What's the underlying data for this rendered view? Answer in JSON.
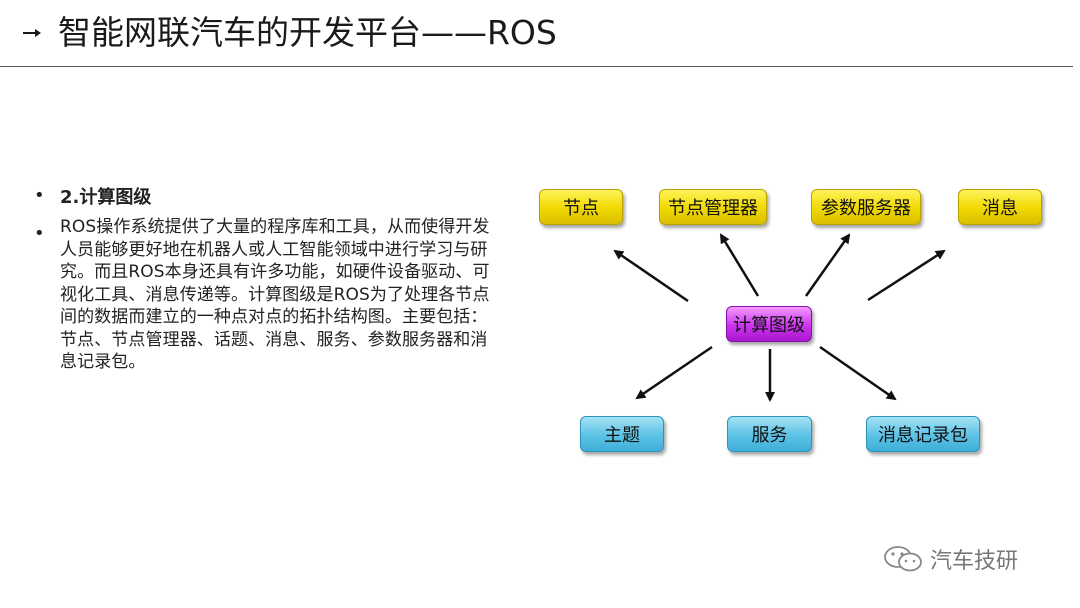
{
  "header": {
    "title": "智能网联汽车的开发平台——ROS"
  },
  "content": {
    "bullet_symbol": "•",
    "heading": "2.计算图级",
    "paragraph": "ROS操作系统提供了大量的程序库和工具，从而使得开发人员能够更好地在机器人或人工智能领域中进行学习与研究。而且ROS本身还具有许多功能，如硬件设备驱动、可视化工具、消息传递等。计算图级是ROS为了处理各节点间的数据而建立的一种点对点的拓扑结构图。主要包括：节点、节点管理器、话题、消息、服务、参数服务器和消息记录包。"
  },
  "diagram": {
    "center": "计算图级",
    "top_nodes": [
      "节点",
      "节点管理器",
      "参数服务器",
      "消息"
    ],
    "bottom_nodes": [
      "主题",
      "服务",
      "消息记录包"
    ],
    "colors": {
      "top": "#f0d800",
      "center": "#cc33ee",
      "bottom": "#5cc2e6"
    }
  },
  "watermark": {
    "text": "汽车技研",
    "icon": "wechat-icon"
  }
}
